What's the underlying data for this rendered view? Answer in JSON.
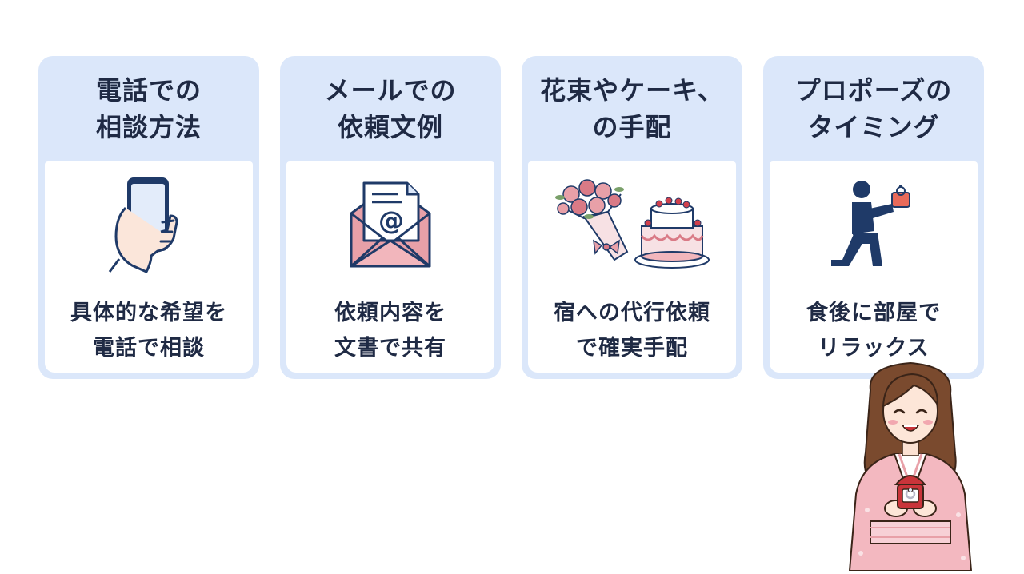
{
  "cards": [
    {
      "title_lines": [
        "電話での",
        "相談方法"
      ],
      "desc_lines": [
        "具体的な希望を",
        "電話で相談"
      ],
      "icon": "phone-in-hand-icon"
    },
    {
      "title_lines": [
        "メールでの",
        "依頼文例"
      ],
      "desc_lines": [
        "依頼内容を",
        "文書で共有"
      ],
      "icon": "email-envelope-icon"
    },
    {
      "title_lines": [
        "花束やケーキ、",
        "の手配"
      ],
      "desc_lines": [
        "宿への代行依頼",
        "で確実手配"
      ],
      "icon": "bouquet-and-cake-icon"
    },
    {
      "title_lines": [
        "プロポーズの",
        "タイミング"
      ],
      "desc_lines": [
        "食後に部屋で",
        "リラックス"
      ],
      "icon": "kneeling-proposal-icon"
    }
  ],
  "colors": {
    "card_header_bg": "#dbe7fa",
    "card_body_bg": "#ffffff",
    "text": "#1f2a44",
    "accent_pink": "#e8a0a8",
    "navy": "#1f3a68",
    "ring_box_red": "#c9343a"
  },
  "illustration": "smiling-woman-in-kimono-holding-ring-box"
}
